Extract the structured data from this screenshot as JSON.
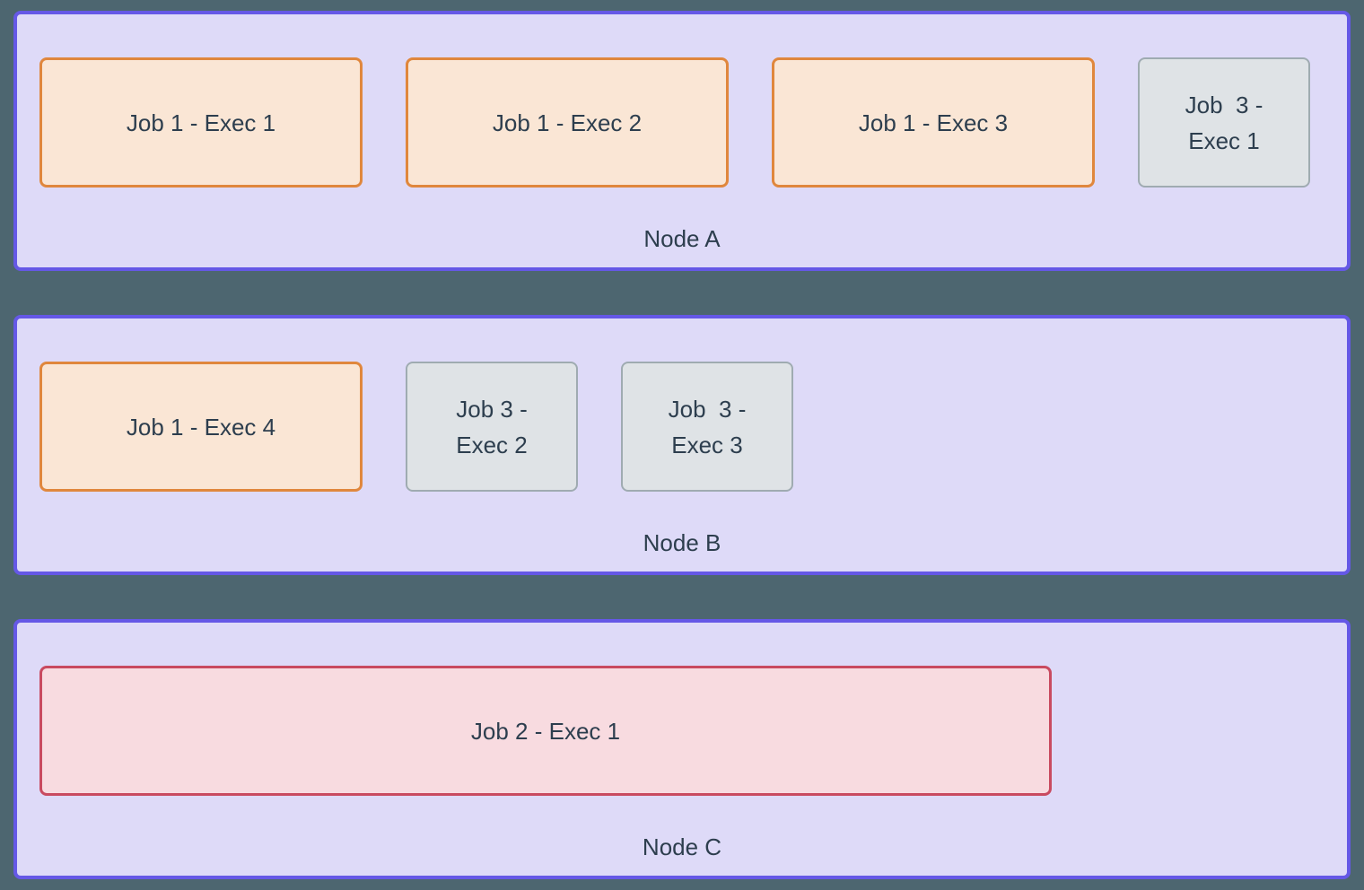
{
  "colors": {
    "page-bg": "#4d6670",
    "node-bg": "#dedaf8",
    "node-border": "#6558e6",
    "job1-bg": "#fae6d5",
    "job1-border": "#e0873d",
    "job2-bg": "#f8dbe0",
    "job2-border": "#c94a60",
    "job3-bg": "#dfe3e6",
    "job3-border": "#9fabb1",
    "text": "#2d3e4e"
  },
  "diagram": {
    "nodes": [
      {
        "label": "Node A",
        "executors": [
          {
            "job": "Job 1",
            "label": "Job 1 - Exec 1"
          },
          {
            "job": "Job 1",
            "label": "Job 1 - Exec 2"
          },
          {
            "job": "Job 1",
            "label": "Job 1 - Exec 3"
          },
          {
            "job": "Job 3",
            "label": "Job  3 -\nExec 1"
          }
        ]
      },
      {
        "label": "Node B",
        "executors": [
          {
            "job": "Job 1",
            "label": "Job 1 - Exec 4"
          },
          {
            "job": "Job 3",
            "label": "Job 3 -\nExec 2"
          },
          {
            "job": "Job 3",
            "label": "Job  3 -\nExec 3"
          }
        ]
      },
      {
        "label": "Node C",
        "executors": [
          {
            "job": "Job 2",
            "label": "Job 2 - Exec 1"
          }
        ]
      }
    ]
  }
}
